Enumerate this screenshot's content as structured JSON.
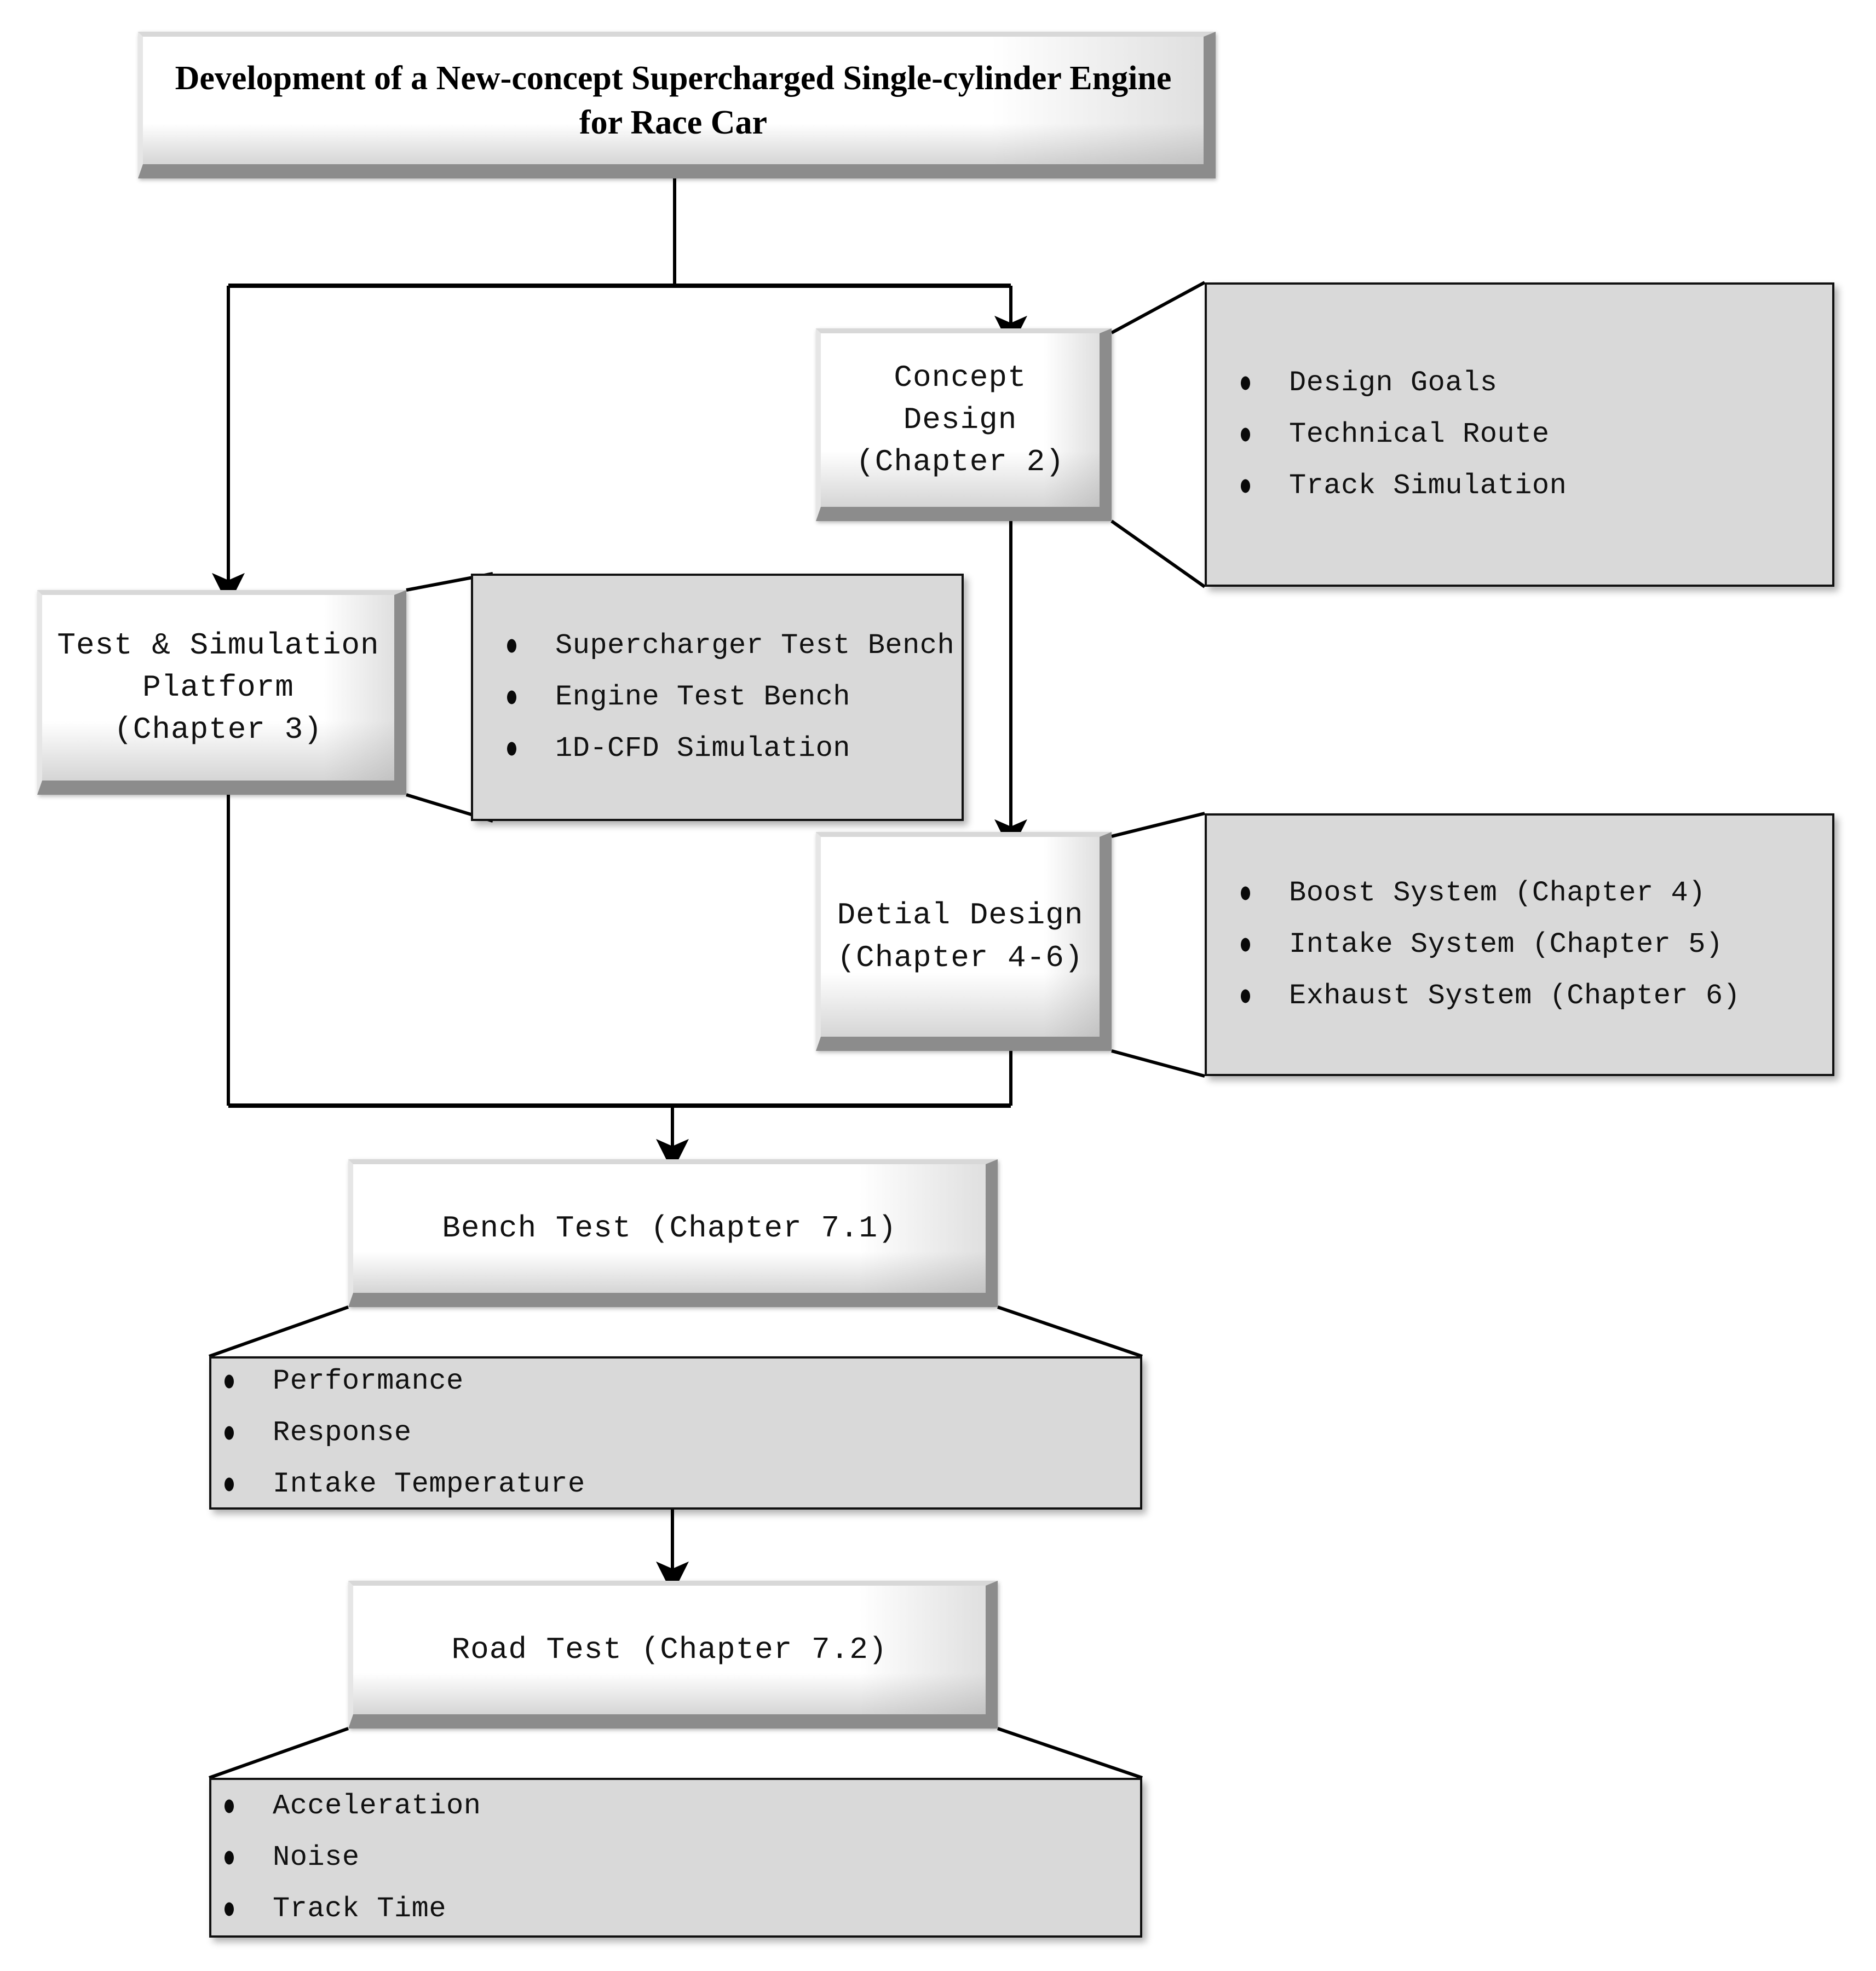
{
  "diagram": {
    "type": "flowchart",
    "title_node": {
      "label": "Development of a New-concept Supercharged Single-cylinder Engine for Race Car"
    },
    "nodes": [
      {
        "id": "concept-design",
        "label": "Concept Design\n(Chapter 2)",
        "line1": "Concept Design",
        "line2": "(Chapter 2)"
      },
      {
        "id": "test-simulation-platform",
        "label": "Test & Simulation Platform (Chapter 3)",
        "line1": "Test & Simulation",
        "line2": "Platform",
        "line3": "(Chapter 3)"
      },
      {
        "id": "detail-design",
        "label": "Detial Design (Chapter 4-6)",
        "line1": "Detial Design",
        "line2": "(Chapter 4-6)"
      },
      {
        "id": "bench-test",
        "label": "Bench Test (Chapter 7.1)"
      },
      {
        "id": "road-test",
        "label": "Road Test (Chapter 7.2)"
      }
    ],
    "callouts": {
      "concept_design": [
        "Design Goals",
        "Technical Route",
        "Track Simulation"
      ],
      "test_simulation_platform": [
        "Supercharger Test Bench",
        "Engine Test Bench",
        "1D-CFD Simulation"
      ],
      "detail_design": [
        "Boost System (Chapter 4)",
        "Intake System (Chapter 5)",
        "Exhaust System (Chapter 6)"
      ],
      "bench_test": [
        "Performance",
        "Response",
        "Intake Temperature"
      ],
      "road_test": [
        "Acceleration",
        "Noise",
        "Track Time"
      ]
    },
    "colors": {
      "callout_fill": "#d9d9d9",
      "callout_border": "#111111",
      "box_fill": "#ffffff",
      "box_bevel_dark": "#8c8c8c",
      "box_bevel_light": "#e6e6e6",
      "connector": "#000000",
      "text": "#111111"
    }
  }
}
